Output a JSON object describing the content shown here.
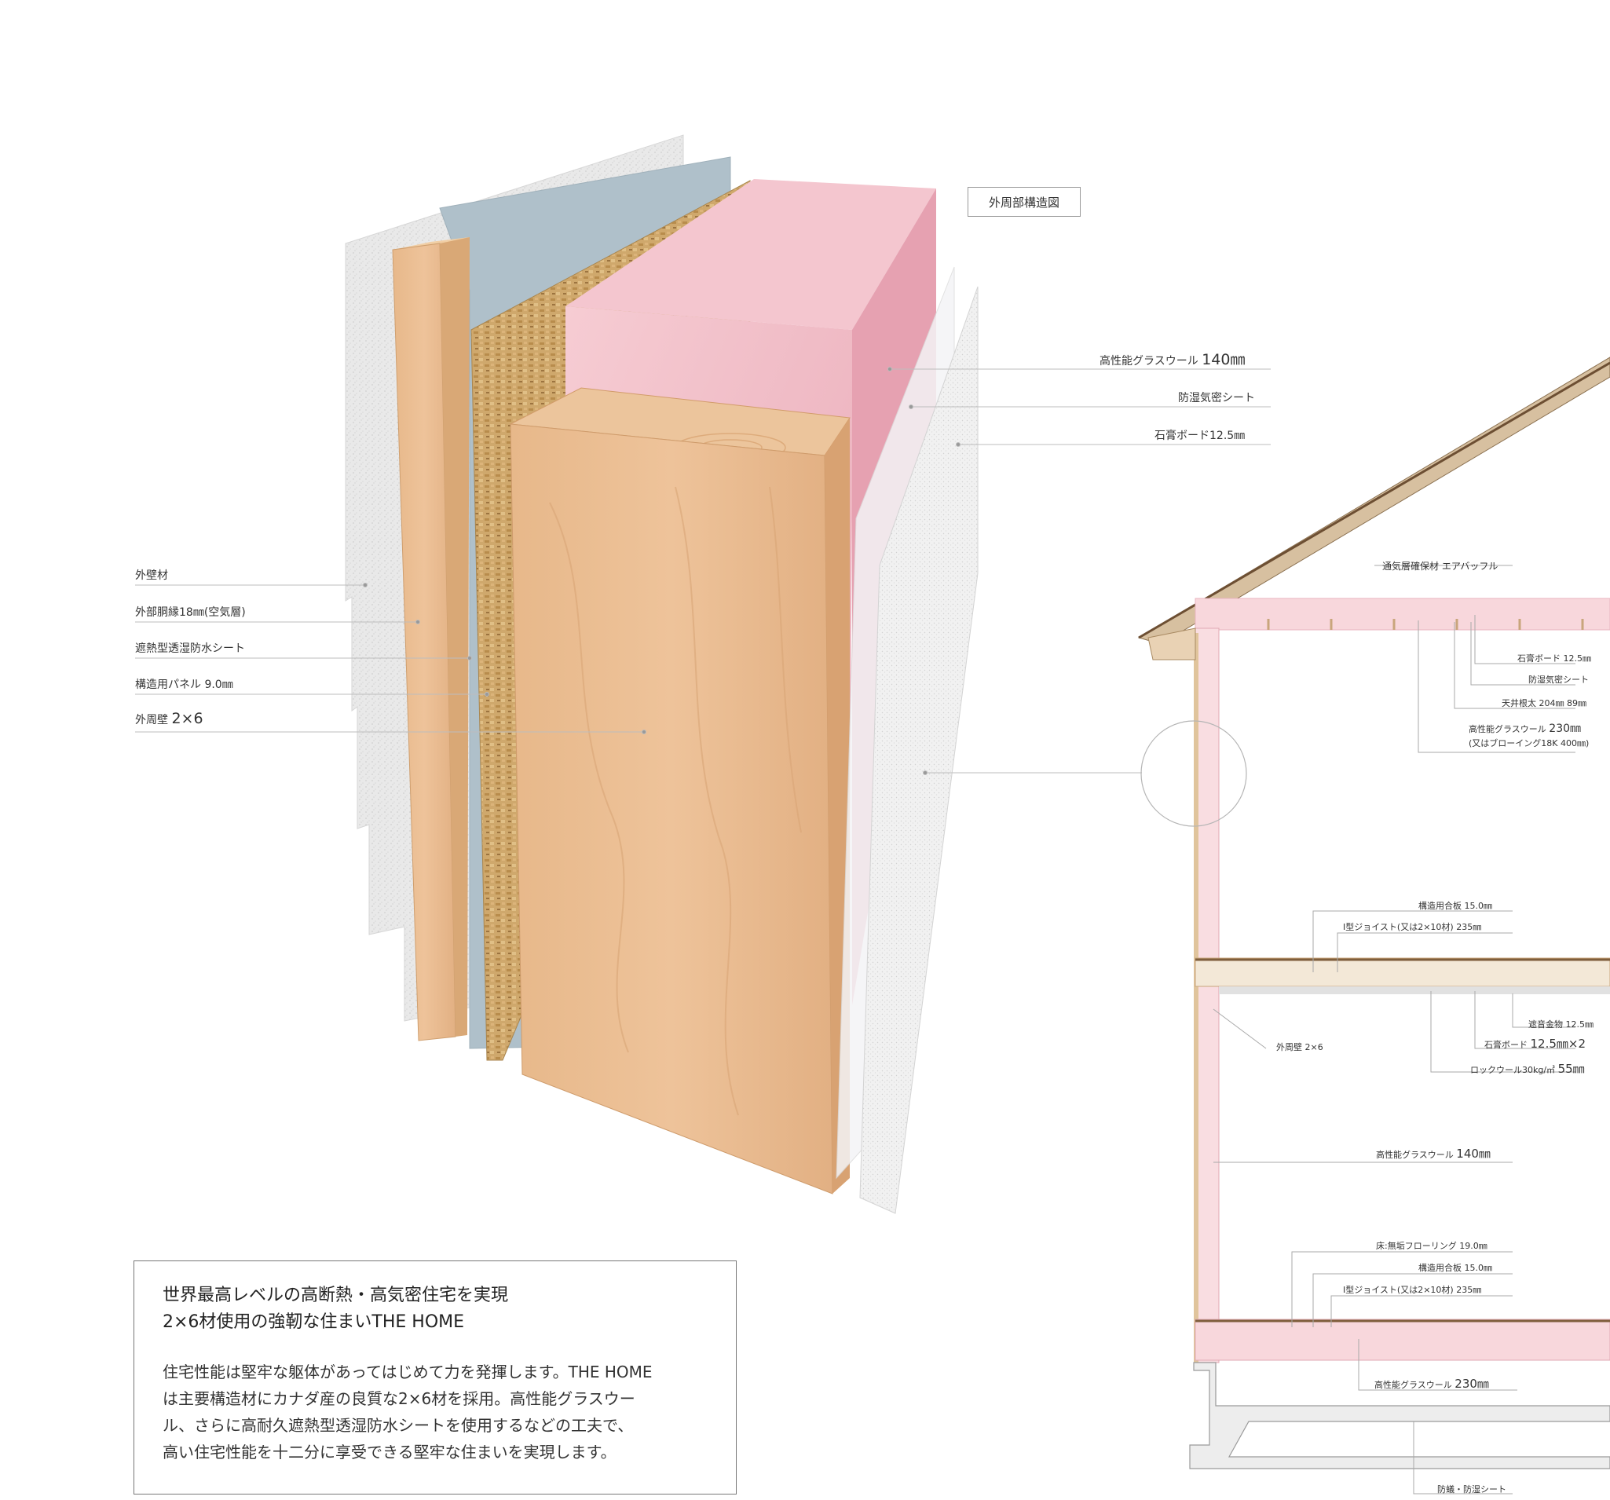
{
  "diagram_title": "外周部構造図",
  "wall_labels": {
    "exterior_wall_material": "外壁材",
    "furring": "外部胴縁18㎜(空気層)",
    "waterproof_sheet": "遮熱型透湿防水シート",
    "structural_panel": "構造用パネル 9.0㎜",
    "stud_prefix": "外周壁",
    "stud_size": "2×6"
  },
  "interior_labels": {
    "glass_wool_prefix": "高性能グラスウール",
    "glass_wool_size": "140㎜",
    "vapor_barrier": "防湿気密シート",
    "gypsum_board": "石膏ボード12.5㎜"
  },
  "section_labels": {
    "ventilation_baffle": "通気層確保材 エアバッフル",
    "ceiling_gypsum": "石膏ボード 12.5㎜",
    "ceiling_vapor": "防湿気密シート",
    "ceiling_joist": "天井根太 204㎜ 89㎜",
    "ceiling_glass_wool_prefix": "高性能グラスウール",
    "ceiling_glass_wool_size": "230㎜",
    "ceiling_glass_wool_alt": "(又はブローイング18K 400㎜)",
    "floor2_plywood": "構造用合板 15.0㎜",
    "floor2_ijoist": "I型ジョイスト(又は2×10材) 235㎜",
    "outer_wall": "外周壁 2×6",
    "sound_hanger": "遮音金物 12.5㎜",
    "ceiling_double_gypsum_prefix": "石膏ボード",
    "ceiling_double_gypsum_size": "12.5㎜×2",
    "rock_wool_prefix": "ロックウール30kg/㎥",
    "rock_wool_size": "55㎜",
    "wall_glass_wool_prefix": "高性能グラスウール",
    "wall_glass_wool_size": "140㎜",
    "floor1_flooring": "床:無垢フローリング 19.0㎜",
    "floor1_plywood": "構造用合板 15.0㎜",
    "floor1_ijoist": "I型ジョイスト(又は2×10材) 235㎜",
    "floor_glass_wool_prefix": "高性能グラスウール",
    "floor_glass_wool_size": "230㎜",
    "anti_termite": "防蟻・防湿シート"
  },
  "info": {
    "heading_line1": "世界最高レベルの高断熱・高気密住宅を実現",
    "heading_line2": "2×6材使用の強靭な住まいTHE HOME",
    "body_line1": "住宅性能は堅牢な躯体があってはじめて力を発揮します。THE HOME",
    "body_line2": "は主要構造材にカナダ産の良質な2×6材を採用。高性能グラスウー",
    "body_line3": "ル、さらに高耐久遮熱型透湿防水シートを使用するなどの工夫で、",
    "body_line4": "高い住宅性能を十二分に享受できる堅牢な住まいを実現します。"
  },
  "colors": {
    "insulation_pink": "#f2bfc8",
    "wood": "#e8bd92",
    "osb": "#c9a46a",
    "membrane": "#aebfc9",
    "siding": "#e6e6e6",
    "gypsum": "#efefef"
  }
}
